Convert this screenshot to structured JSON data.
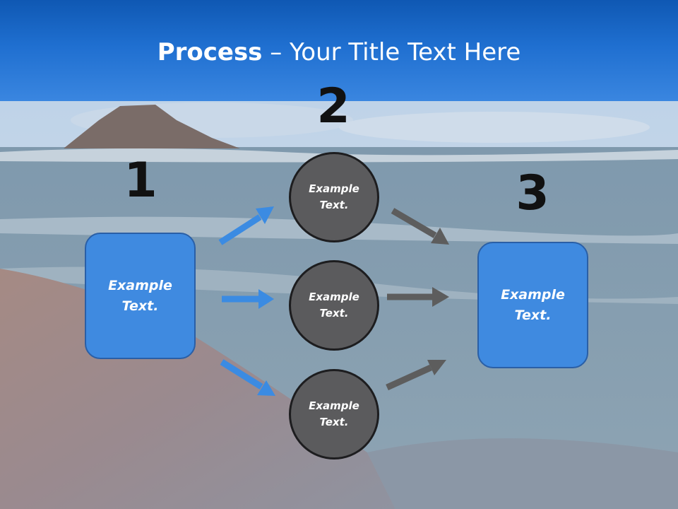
{
  "header": {
    "title_bold": "Process",
    "title_rest": " – Your Title Text Here"
  },
  "steps": {
    "one": "1",
    "two": "2",
    "three": "3"
  },
  "nodes": {
    "left": "Example\nText.",
    "top": "Example\nText.",
    "middle": "Example\nText.",
    "bottom": "Example\nText.",
    "right": "Example\nText."
  },
  "colors": {
    "header": "#1f6fd0",
    "box": "#3f8ae0",
    "circle": "#5b5b5d",
    "blue_arrow": "#3b8be2",
    "gray_arrow": "#5d5d5d"
  }
}
